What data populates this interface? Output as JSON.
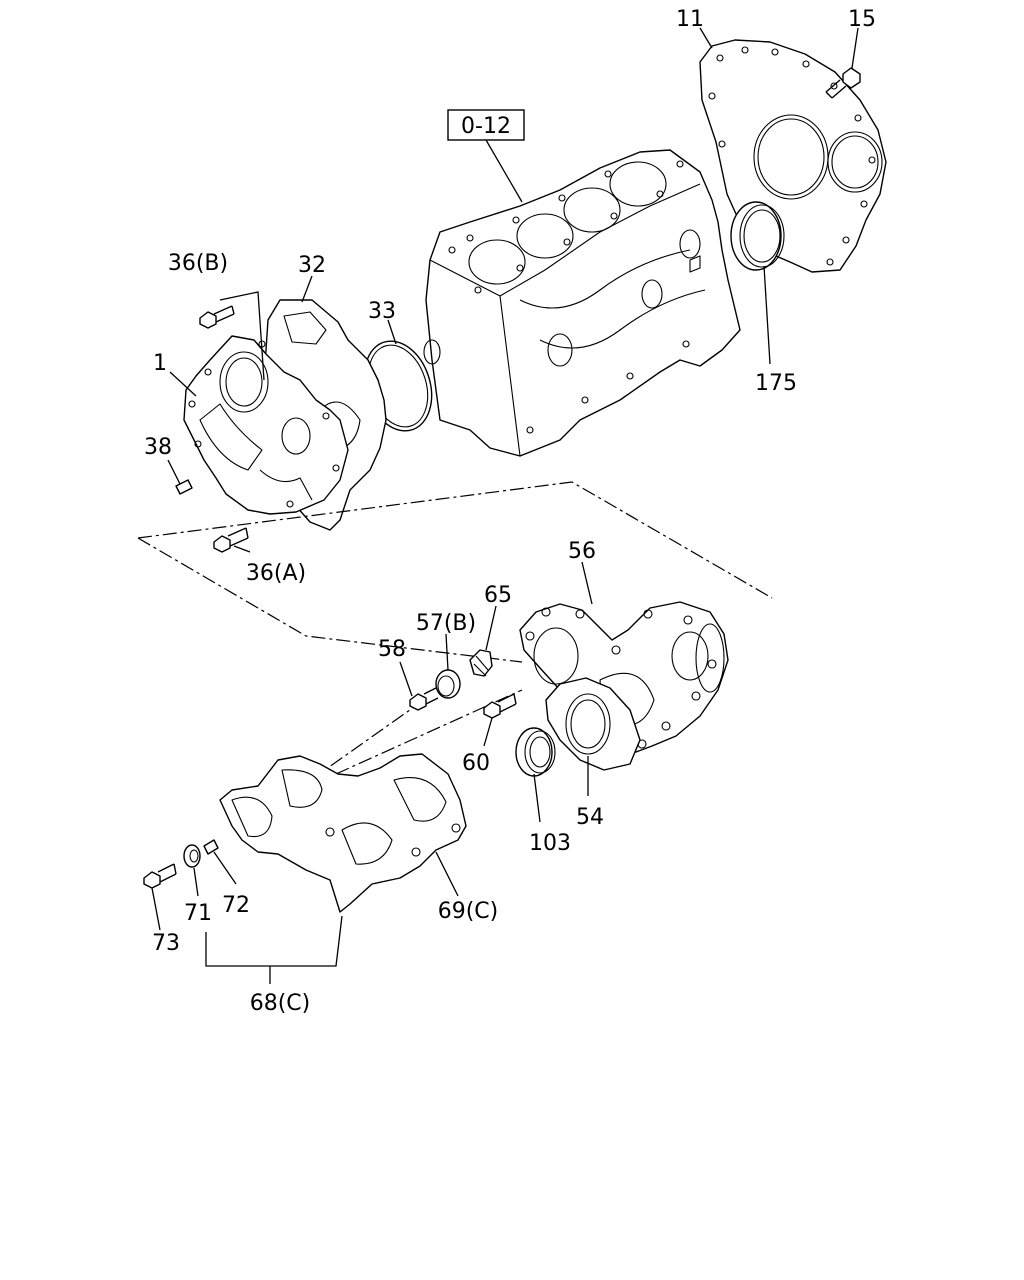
{
  "reference_box": "0-12",
  "callouts": {
    "c11": "11",
    "c15": "15",
    "c36b": "36(B)",
    "c32": "32",
    "c33": "33",
    "c1": "1",
    "c175": "175",
    "c38": "38",
    "c36a": "36(A)",
    "c56": "56",
    "c65": "65",
    "c57b": "57(B)",
    "c58": "58",
    "c60": "60",
    "c54": "54",
    "c103": "103",
    "c72": "72",
    "c71": "71",
    "c73": "73",
    "c69c": "69(C)",
    "c68c": "68(C)"
  }
}
